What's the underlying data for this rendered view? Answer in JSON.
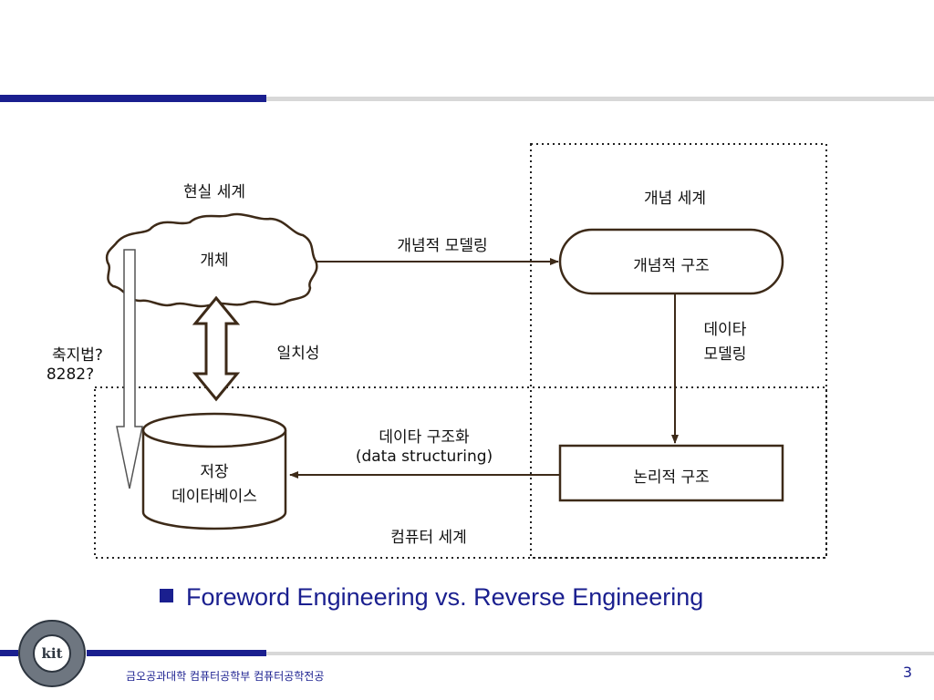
{
  "diagram": {
    "real_world_label": "현실 세계",
    "concept_world_label": "개념 세계",
    "computer_world_label": "컴퓨터 세계",
    "entity": "개체",
    "conceptual_modeling": "개념적 모델링",
    "conceptual_structure": "개념적 구조",
    "data_modeling_line1": "데이타",
    "data_modeling_line2": "모델링",
    "consistency": "일치성",
    "reverse_line1": "축지법?",
    "reverse_line2": "8282?",
    "data_structuring_line1": "데이타 구조화",
    "data_structuring_line2": "(data structuring)",
    "logical_structure": "논리적  구조",
    "storage_line1": "저장",
    "storage_line2": "데이타베이스"
  },
  "bullet": "Foreword Engineering vs. Reverse Engineering",
  "footer": {
    "dept": "금오공과대학 컴퓨터공학부 컴퓨터공학전공",
    "page": "3",
    "logo_text": "kit"
  },
  "colors": {
    "line": "#3d2a18",
    "accent": "#1a1f8f",
    "divider": "#d8d8d8"
  }
}
